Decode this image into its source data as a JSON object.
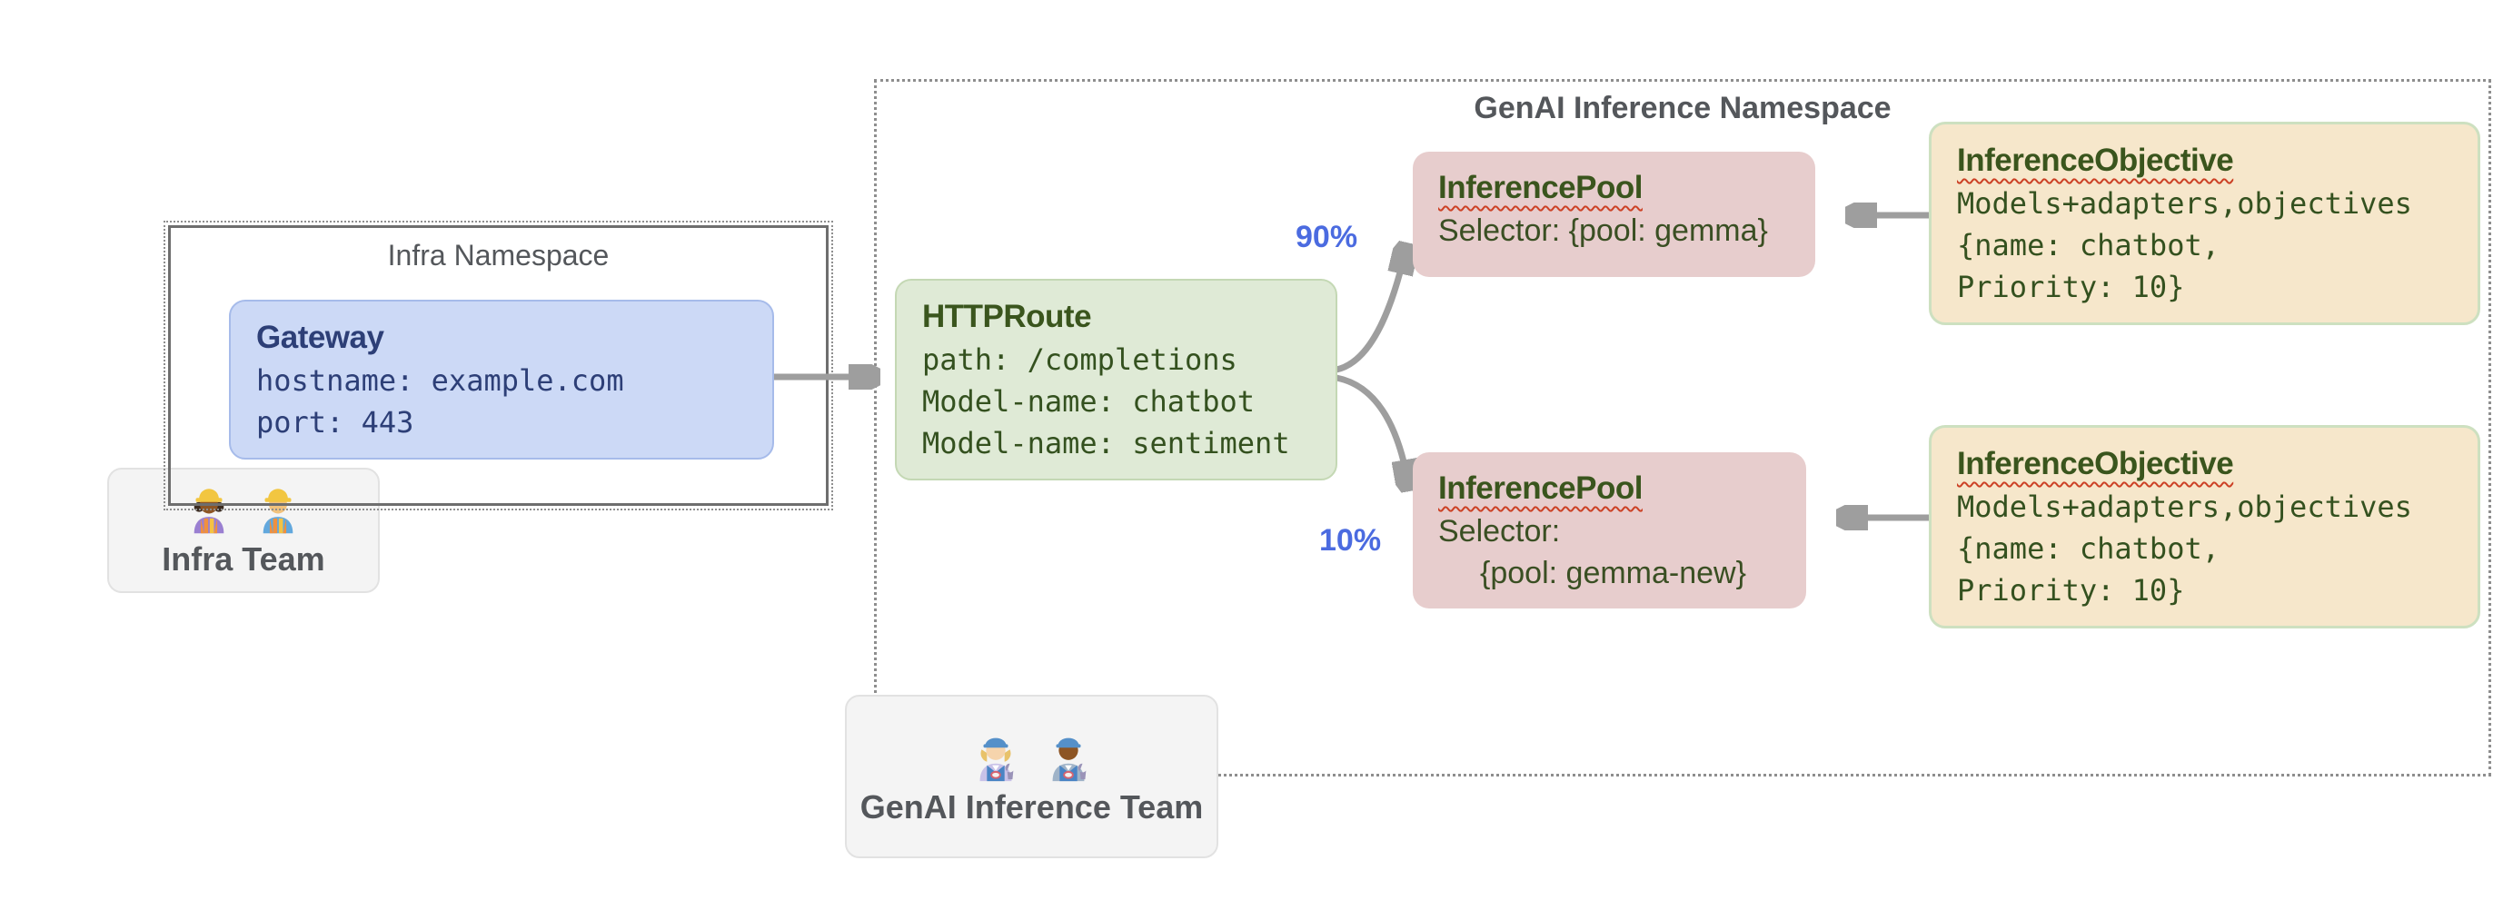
{
  "namespaces": {
    "infra": {
      "title": "Infra Namespace"
    },
    "genai": {
      "title": "GenAI Inference Namespace"
    }
  },
  "nodes": {
    "gateway": {
      "title": "Gateway",
      "lines": [
        "hostname: example.com",
        "port: 443"
      ]
    },
    "httproute": {
      "title": "HTTPRoute",
      "lines": [
        "path: /completions",
        "Model-name: chatbot",
        "Model-name: sentiment"
      ]
    },
    "pool_top": {
      "title": "InferencePool",
      "lines": [
        "Selector: {pool: gemma}"
      ]
    },
    "pool_bottom": {
      "title": "InferencePool",
      "lines": [
        "Selector:",
        "{pool: gemma-new}"
      ]
    },
    "objective_top": {
      "title": "InferenceObjective",
      "lines": [
        "Models+adapters,objectives",
        "{name: chatbot,",
        "Priority: 10}"
      ]
    },
    "objective_bottom": {
      "title": "InferenceObjective",
      "lines": [
        "Models+adapters,objectives",
        "{name: chatbot,",
        "Priority: 10}"
      ]
    }
  },
  "edges": {
    "split_top_label": "90%",
    "split_bottom_label": "10%"
  },
  "teams": {
    "infra": {
      "label": "Infra Team",
      "icons": [
        "woman-construction-worker",
        "man-construction-worker"
      ]
    },
    "genai": {
      "label": "GenAI Inference Team",
      "icons": [
        "woman-mechanic",
        "man-mechanic"
      ]
    }
  },
  "colors": {
    "gateway_fill": "#ccd9f6",
    "gateway_border": "#a6bbea",
    "gateway_text": "#2d3f77",
    "httproute_fill": "#dfead6",
    "httproute_border": "#c4d8b4",
    "pool_fill": "#e7cdcd",
    "objective_fill": "#f6e7cb",
    "objective_border": "#cde0c0",
    "dark_green_text": "#3a551d",
    "namespace_border_gray": "#6e6e6e",
    "dotted_gray": "#8e8e8e",
    "arrow_gray": "#9e9e9e",
    "percent_blue": "#4b6be0",
    "squiggle_red": "#cc4125",
    "team_fill": "#f4f4f4",
    "gray_text": "#54575b"
  }
}
